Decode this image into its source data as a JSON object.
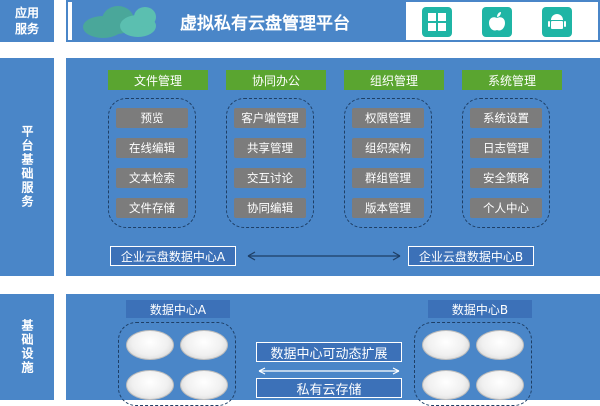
{
  "sections": {
    "app": "应用服务",
    "platform": "平台基础服务",
    "infra": "基础设施"
  },
  "header": {
    "title": "虚拟私有云盘管理平台",
    "platforms": [
      "windows-icon",
      "apple-icon",
      "android-icon"
    ]
  },
  "platform": {
    "categories": [
      {
        "name": "文件管理",
        "items": [
          "预览",
          "在线编辑",
          "文本检索",
          "文件存储"
        ]
      },
      {
        "name": "协同办公",
        "items": [
          "客户端管理",
          "共享管理",
          "交互讨论",
          "协同编辑"
        ]
      },
      {
        "name": "组织管理",
        "items": [
          "权限管理",
          "组织架构",
          "群组管理",
          "版本管理"
        ]
      },
      {
        "name": "系统管理",
        "items": [
          "系统设置",
          "日志管理",
          "安全策略",
          "个人中心"
        ]
      }
    ],
    "datacenter_a": "企业云盘数据中心A",
    "datacenter_b": "企业云盘数据中心B"
  },
  "infra": {
    "dc_a": "数据中心A",
    "dc_b": "数据中心B",
    "scale": "数据中心可动态扩展",
    "storage": "私有云存储"
  },
  "colors": {
    "primary": "#4a86c8",
    "category": "#5aa530",
    "item": "#7c7c7c",
    "os_icon": "#1fb5a5"
  }
}
